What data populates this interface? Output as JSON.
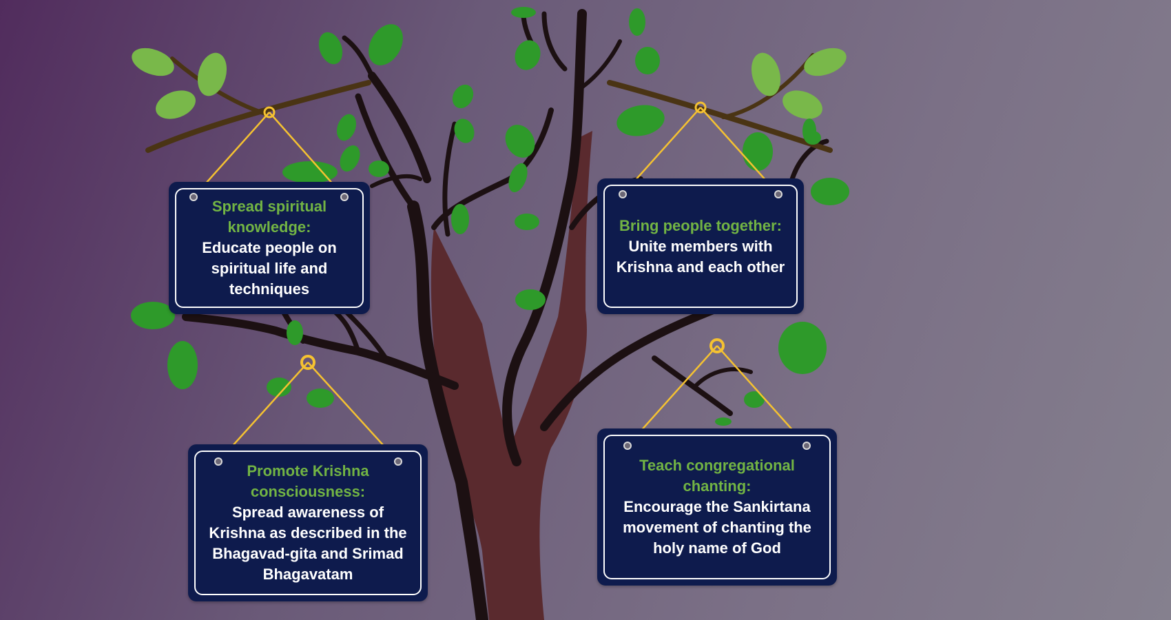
{
  "colors": {
    "sign_bg": "#0e1b4d",
    "title_green": "#72b444",
    "body_text": "#ffffff",
    "string_yellow": "#f5c231",
    "trunk_dark": "#1c1012",
    "trunk_brown": "#5a2a2e",
    "leaf_green": "#2e9a2a",
    "leaf_light": "#79b84a"
  },
  "signs": [
    {
      "id": "spread-knowledge",
      "title": "Spread spiritual knowledge:",
      "body": "Educate people on spiritual life and techniques"
    },
    {
      "id": "bring-together",
      "title": "Bring people together:",
      "body": "Unite members with Krishna and each other"
    },
    {
      "id": "promote-krishna",
      "title": "Promote Krishna consciousness:",
      "body": "Spread awareness of Krishna as described in the Bhagavad-gita and Srimad Bhagavatam"
    },
    {
      "id": "congregational-chanting",
      "title": "Teach congregational chanting:",
      "body": "Encourage the Sankirtana movement of chanting the holy name of God"
    }
  ]
}
